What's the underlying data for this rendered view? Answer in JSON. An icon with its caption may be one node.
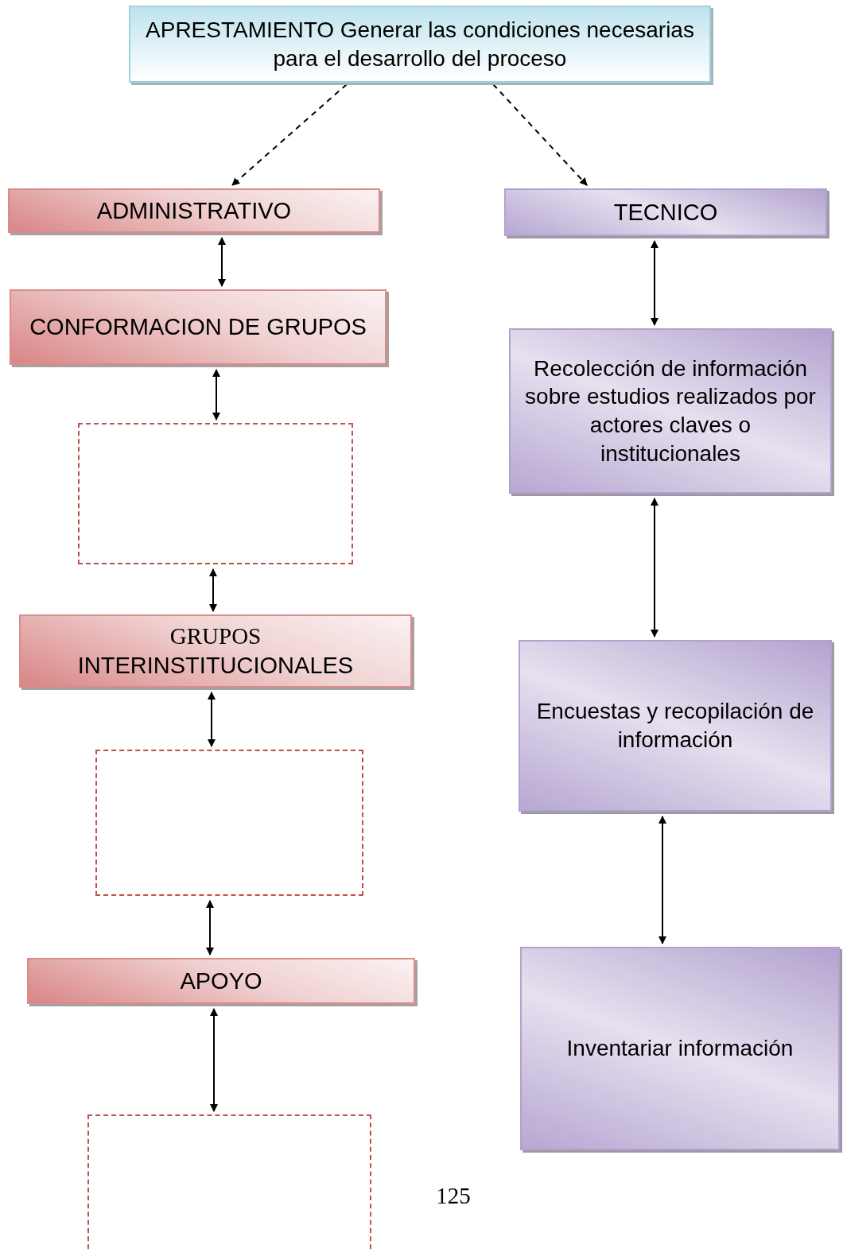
{
  "diagram": {
    "nodes": [
      {
        "text": [
          "APRESTAMIENTO Generar las condiciones necesarias para el desarrollo del proceso"
        ]
      },
      {
        "text": [
          "ADMINISTRATIVO"
        ]
      },
      {
        "text": [
          "CONFORMACION DE GRUPOS"
        ]
      },
      {
        "text": [],
        "shape": "box"
      },
      {
        "text": [
          "GRUPOS",
          "INTERINSTITUCIONALES"
        ]
      },
      {
        "text": [],
        "shape": "box"
      },
      {
        "text": [
          "APOYO"
        ]
      },
      {
        "text": [],
        "shape": "box"
      },
      {
        "text": [
          "TECNICO"
        ]
      },
      {
        "text": [
          "Recolección de información sobre estudios realizados por actores claves o institucionales"
        ]
      },
      {
        "text": [
          "Encuestas y recopilación de información"
        ]
      },
      {
        "text": [
          "Inventariar información"
        ]
      }
    ],
    "edges": [
      {
        "from": 0,
        "to": 1,
        "arrow": "to",
        "style": "dashed"
      },
      {
        "from": 0,
        "to": 8,
        "arrow": "to",
        "style": "dashed"
      },
      {
        "from": 1,
        "to": 2,
        "arrow": "both"
      },
      {
        "from": 2,
        "to": 3,
        "arrow": "both"
      },
      {
        "from": 3,
        "to": 4,
        "arrow": "both"
      },
      {
        "from": 4,
        "to": 5,
        "arrow": "both"
      },
      {
        "from": 5,
        "to": 6,
        "arrow": "both"
      },
      {
        "from": 6,
        "to": 7,
        "arrow": "both"
      },
      {
        "from": 8,
        "to": 9,
        "arrow": "both"
      },
      {
        "from": 9,
        "to": 10,
        "arrow": "both"
      },
      {
        "from": 10,
        "to": 11,
        "arrow": "both"
      }
    ],
    "labels": [
      "125"
    ]
  }
}
